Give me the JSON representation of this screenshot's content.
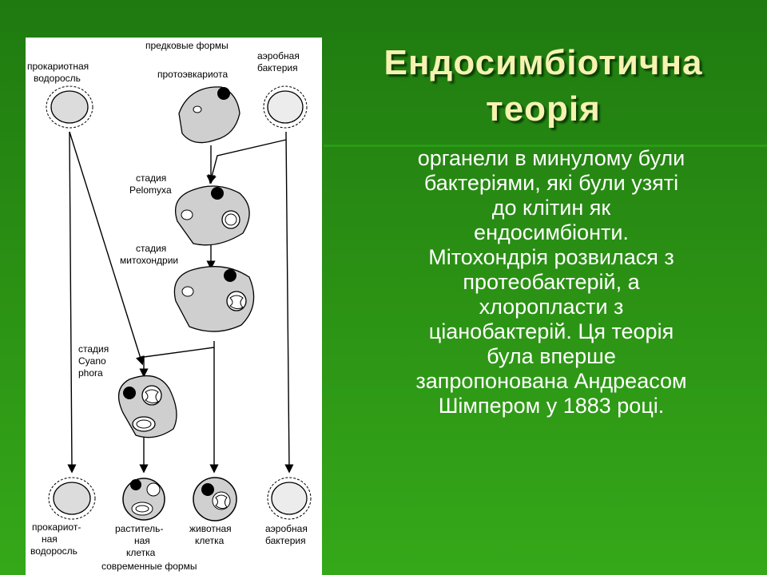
{
  "slide": {
    "title_line1": "Ендосимбіотична",
    "title_line2": "теорія",
    "body_lines": [
      "органели в минулому були",
      "бактеріями, які були узяті",
      "до клітин як",
      "ендосимбіонти.",
      "Мітохондрія розвилася з",
      "протеобактерій, а",
      "хлоропласти з",
      "ціанобактерій. Ця теорія",
      "була вперше",
      "запропонована Андреасом",
      "Шімпером у 1883 році."
    ]
  },
  "figure": {
    "top_heading": "предковые формы",
    "prokaryote_alga": [
      "прокариотная",
      "водоросль"
    ],
    "protoeukaryote": "протоэвкариота",
    "aerobic_bacterium_top": [
      "аэробная",
      "бактерия"
    ],
    "stage_pelomyxa": [
      "стадия",
      "Pelomyxa"
    ],
    "stage_mitochondria": [
      "стадия",
      "митохондрии"
    ],
    "stage_cyanophora": [
      "стадия",
      "Cyano",
      "phora"
    ],
    "prokaryote_alga_bottom": [
      "прокариот-",
      "ная",
      "водоросль"
    ],
    "plant_cell": [
      "раститель-",
      "ная",
      "клетка"
    ],
    "animal_cell": [
      "животная",
      "клетка"
    ],
    "aerobic_bacterium_bottom": [
      "аэробная",
      "бактерия"
    ],
    "bottom_heading": "современные формы"
  }
}
